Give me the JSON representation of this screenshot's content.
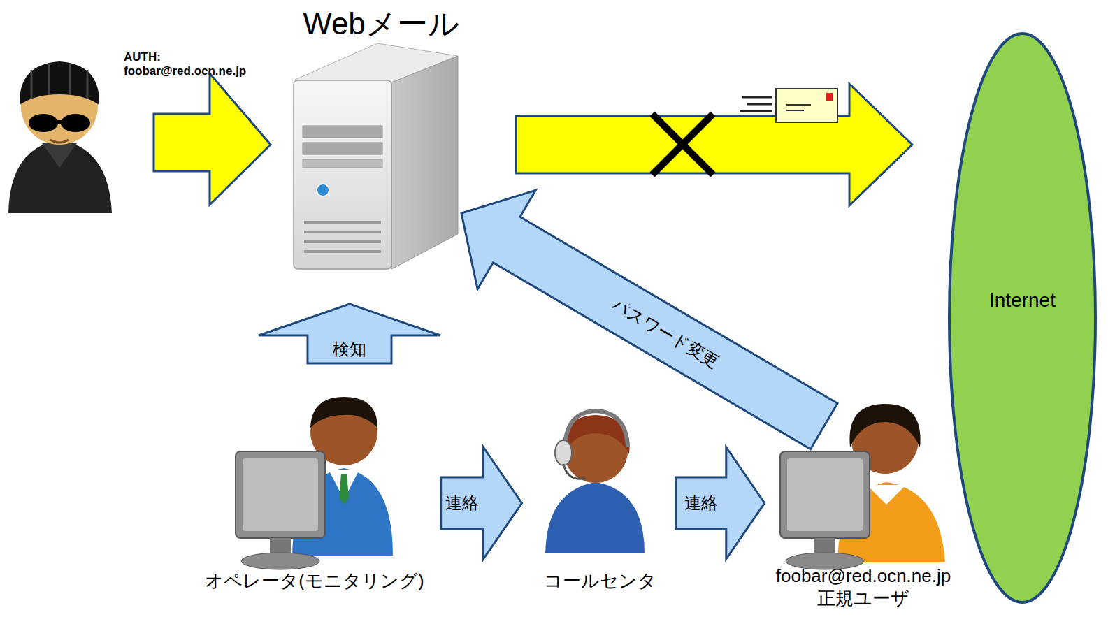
{
  "diagram": {
    "nodes": [
      {
        "text": [
          "Webメール"
        ]
      },
      {
        "text": [
          "Internet"
        ]
      },
      {
        "text": [
          "オペレータ(モニタリング)"
        ]
      },
      {
        "text": [
          "コールセンタ"
        ]
      },
      {
        "text": [
          "foobar@red.ocn.ne.jp",
          "正規ユーザ"
        ]
      }
    ],
    "edges": [
      {
        "from": 0,
        "to": 1,
        "arrow": "to"
      },
      {
        "from": 2,
        "to": 0,
        "label": "検知",
        "arrow": "to"
      },
      {
        "from": 2,
        "to": 3,
        "label": "連絡",
        "arrow": "to"
      },
      {
        "from": 3,
        "to": 4,
        "label": "連絡",
        "arrow": "to"
      },
      {
        "from": 4,
        "to": 0,
        "label": "パスワード変更",
        "arrow": "to"
      }
    ],
    "labels": [
      "AUTH: foobar@red.ocn.ne.jp"
    ]
  }
}
